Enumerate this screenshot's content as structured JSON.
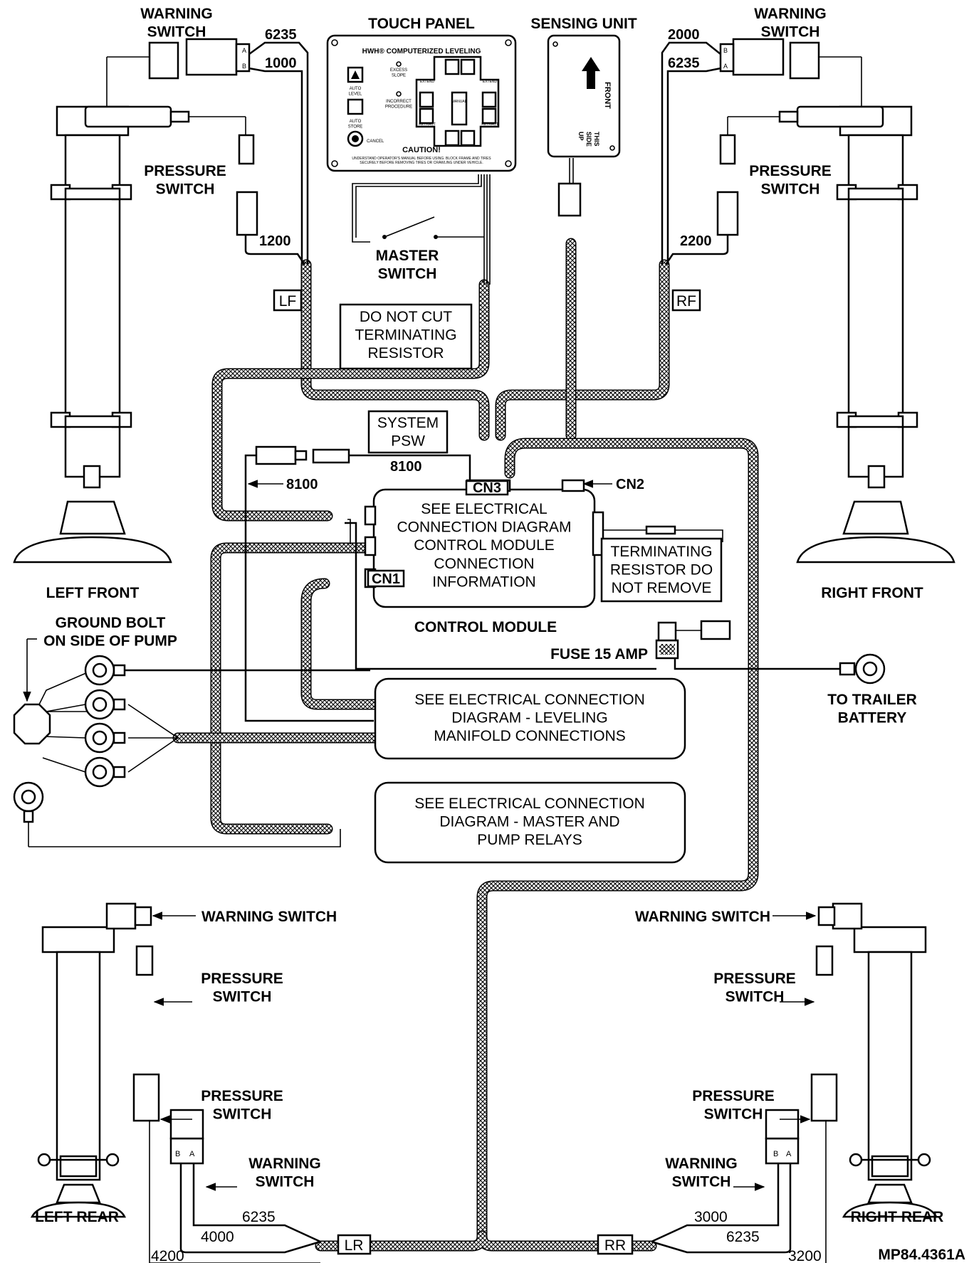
{
  "labels": {
    "warning_switch_lf": "WARNING\nSWITCH",
    "touch_panel": "TOUCH PANEL",
    "sensing_unit": "SENSING UNIT",
    "warning_switch_rf": "WARNING\nSWITCH",
    "pressure_switch_lf": "PRESSURE\nSWITCH",
    "pressure_switch_rf": "PRESSURE\nSWITCH",
    "master_switch": "MASTER\nSWITCH",
    "left_front": "LEFT FRONT",
    "right_front": "RIGHT FRONT",
    "control_module": "CONTROL MODULE",
    "ground_bolt": "GROUND BOLT\nON SIDE OF PUMP",
    "fuse": "FUSE 15 AMP",
    "to_trailer_battery": "TO TRAILER\nBATTERY",
    "warning_switch_lr": "WARNING SWITCH",
    "warning_switch_rr": "WARNING SWITCH",
    "pressure_switch_lr_upper": "PRESSURE\nSWITCH",
    "pressure_switch_rr_upper": "PRESSURE\nSWITCH",
    "pressure_switch_lr_lower": "PRESSURE\nSWITCH",
    "pressure_switch_rr_lower": "PRESSURE\nSWITCH",
    "warning_switch_lr_lower": "WARNING\nSWITCH",
    "warning_switch_rr_lower": "WARNING\nSWITCH",
    "left_rear": "LEFT REAR",
    "right_rear": "RIGHT REAR",
    "drawing_number": "MP84.4361A"
  },
  "wire_numbers": {
    "lf_warn_top": "6235",
    "lf_warn_bottom": "1000",
    "lf_pressure": "1200",
    "rf_warn_top": "2000",
    "rf_warn_bottom": "6235",
    "rf_pressure": "2200",
    "psw": "8100",
    "psw_arrow": "8100",
    "lr_a": "6235",
    "lr_b": "4000",
    "lr_c": "4200",
    "rr_a": "3000",
    "rr_b": "6235",
    "rr_c": "3200"
  },
  "harness_tags": {
    "lf": "LF",
    "rf": "RF",
    "lr": "LR",
    "rr": "RR"
  },
  "boxes": {
    "terminating_resistor_top": "DO NOT CUT\nTERMINATING\nRESISTOR",
    "system_psw": "SYSTEM\nPSW",
    "control_module_info": "SEE ELECTRICAL\nCONNECTION DIAGRAM\nCONTROL MODULE\nCONNECTION\nINFORMATION",
    "terminating_resistor_side": "TERMINATING\nRESISTOR DO\nNOT REMOVE",
    "leveling_manifold": "SEE ELECTRICAL CONNECTION\nDIAGRAM - LEVELING\nMANIFOLD CONNECTIONS",
    "master_pump_relays": "SEE ELECTRICAL CONNECTION\nDIAGRAM - MASTER AND\nPUMP RELAYS"
  },
  "connectors": {
    "cn1": "CN1",
    "cn2": "CN2",
    "cn3": "CN3"
  },
  "touch_panel_face": {
    "title": "HWH® COMPUTERIZED LEVELING",
    "excess_slope": "EXCESS\nSLOPE",
    "auto_level": "AUTO\nLEVEL",
    "incorrect_procedure": "INCORRECT\nPROCEDURE",
    "auto_store": "AUTO\nSTORE",
    "manual": "MANUAL",
    "extend": "EXTEND",
    "retract": "RETRACT",
    "cancel": "CANCEL",
    "caution": "CAUTION!",
    "caution_text": "UNDERSTAND OPERATOR'S MANUAL BEFORE USING. BLOCK FRAME AND TIRES\nSECURELY BEFORE REMOVING TIRES OR CRAWLING UNDER VEHICLE."
  },
  "sensing_unit_face": {
    "front": "FRONT",
    "this_side_up": "THIS\nSIDE\nUP"
  },
  "pin_letters": {
    "a": "A",
    "b": "B"
  }
}
